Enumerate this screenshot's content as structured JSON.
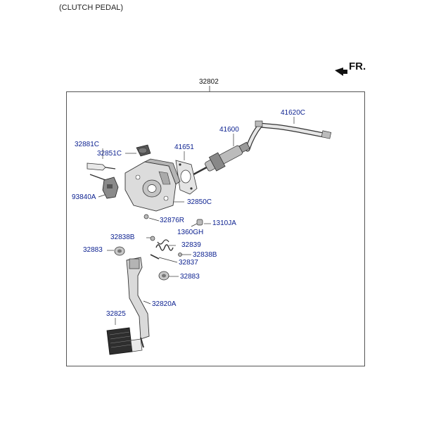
{
  "header": {
    "title": "(CLUTCH PEDAL)",
    "direction": "FR."
  },
  "assembly": {
    "main_part": "32802"
  },
  "parts": [
    "41620C",
    "41600",
    "32881C",
    "32851C",
    "41651",
    "93840A",
    "32850C",
    "32876R",
    "1310JA",
    "1360GH",
    "32838B",
    "32839",
    "32883",
    "32838B",
    "32837",
    "32883",
    "32820A",
    "32825"
  ],
  "colors": {
    "label": "#0a1f8f",
    "line": "#333333",
    "frame": "#555555",
    "part_light": "#dcdcdc",
    "part_mid": "#a8a8a8",
    "part_dark": "#3a3a3a"
  }
}
